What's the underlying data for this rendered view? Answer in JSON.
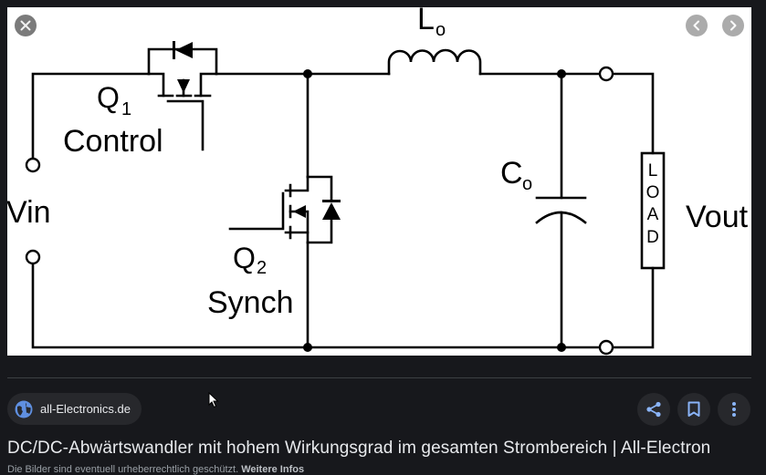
{
  "viewer": {
    "close_label": "Close",
    "prev_label": "Previous image",
    "next_label": "Next image"
  },
  "diagram": {
    "labels": {
      "vin": "Vin",
      "vout": "Vout",
      "q1": "Q",
      "q1_sub": "1",
      "q1_role": "Control",
      "q2": "Q",
      "q2_sub": "2",
      "q2_role": "Synch",
      "inductor": "L",
      "inductor_sub": "o",
      "capacitor": "C",
      "capacitor_sub": "o",
      "load": [
        "L",
        "O",
        "A",
        "D"
      ]
    }
  },
  "source": {
    "name": "all-Electronics.de",
    "icon": "globe-icon"
  },
  "actions": {
    "share": "share-icon",
    "save": "bookmark-icon",
    "more": "more-vert-icon"
  },
  "title": "DC/DC-Abwärtswandler mit hohem Wirkungsgrad im gesamten Strombereich | All-Electron",
  "copyright": {
    "text": "Die Bilder sind eventuell urheberrechtlich geschützt.",
    "link": "Weitere Infos"
  },
  "colors": {
    "background": "#17181c",
    "chip": "#27282c",
    "accent": "#8ab4f8",
    "globe": "#5f8fe0"
  }
}
